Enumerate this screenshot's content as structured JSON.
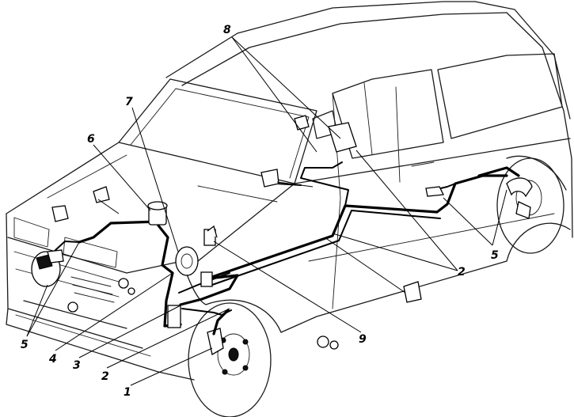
{
  "diagram": {
    "callouts": {
      "c1": "1",
      "c2a": "2",
      "c2b": "2",
      "c3": "3",
      "c4": "4",
      "c5a": "5",
      "c5b": "5",
      "c6": "6",
      "c7": "7",
      "c8": "8",
      "c9": "9"
    }
  }
}
